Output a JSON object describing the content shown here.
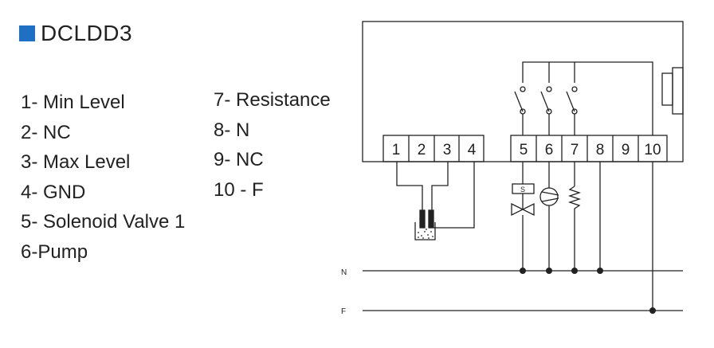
{
  "title": "DCLDD3",
  "brand_color": "#1f6fc5",
  "legend_left": [
    "1- Min Level",
    "2- NC",
    "3- Max Level",
    "4- GND",
    "5- Solenoid Valve 1",
    "6-Pump"
  ],
  "legend_right": [
    "7- Resistance",
    "8- N",
    "9- NC",
    "10 - F"
  ],
  "terminals": [
    "1",
    "2",
    "3",
    "4",
    "5",
    "6",
    "7",
    "8",
    "9",
    "10"
  ],
  "valve_label": "S",
  "line_n_label": "N",
  "line_f_label": "F"
}
